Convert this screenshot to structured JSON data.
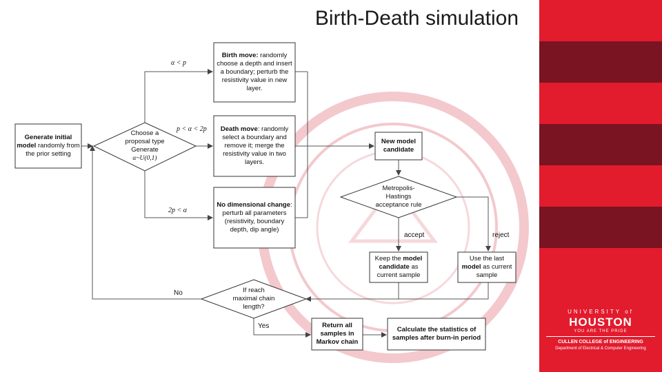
{
  "slide": {
    "title": "Birth-Death simulation"
  },
  "nodes": {
    "generate": {
      "bold": "Generate initial model",
      "text": " randomly from the prior setting"
    },
    "choose": {
      "line1": "Choose a",
      "line2": "proposal type",
      "line3": "Generate",
      "line4": "α~U(0,1)"
    },
    "birth": {
      "bold": "Birth move:",
      "text": " randomly choose a depth and insert a boundary; perturb the resistivity value in new layer."
    },
    "death": {
      "bold": "Death move",
      "text": ": randomly select a boundary and remove it; merge the resistivity value in two layers."
    },
    "nodim": {
      "bold": "No dimensional change",
      "text": ": perturb all parameters (resistivity, boundary depth, dip angle)"
    },
    "newmodel": {
      "text": "New model candidate"
    },
    "metropolis": {
      "line1": "Metropolis-",
      "line2": "Hastings",
      "line3": "acceptance rule"
    },
    "keep": {
      "pre": "Keep the ",
      "bold": "model candidate",
      "post": " as current sample"
    },
    "uselast": {
      "pre": "Use the last ",
      "bold": "model",
      "post": " as current sample"
    },
    "ifreach": {
      "line1": "If reach",
      "line2": "maximal chain",
      "line3": "length?"
    },
    "return": {
      "text": "Return all samples in Markov chain"
    },
    "calculate": {
      "text": "Calculate the statistics of samples after burn-in period"
    }
  },
  "edge_labels": {
    "birth_cond": "α < p",
    "death_cond": "p < α < 2p",
    "nodim_cond": "2p < α",
    "accept": "accept",
    "reject": "reject",
    "no": "No",
    "yes": "Yes"
  },
  "branding": {
    "line1": "UNIVERSITY of",
    "line2": "HOUSTON",
    "line3": "YOU ARE THE PRIDE",
    "line4": "CULLEN COLLEGE of ENGINEERING",
    "line5": "Department of Electrical & Computer Engineering"
  },
  "colors": {
    "accent_red": "#e21b2d",
    "dark_red": "#7a1422",
    "line": "#555555"
  }
}
